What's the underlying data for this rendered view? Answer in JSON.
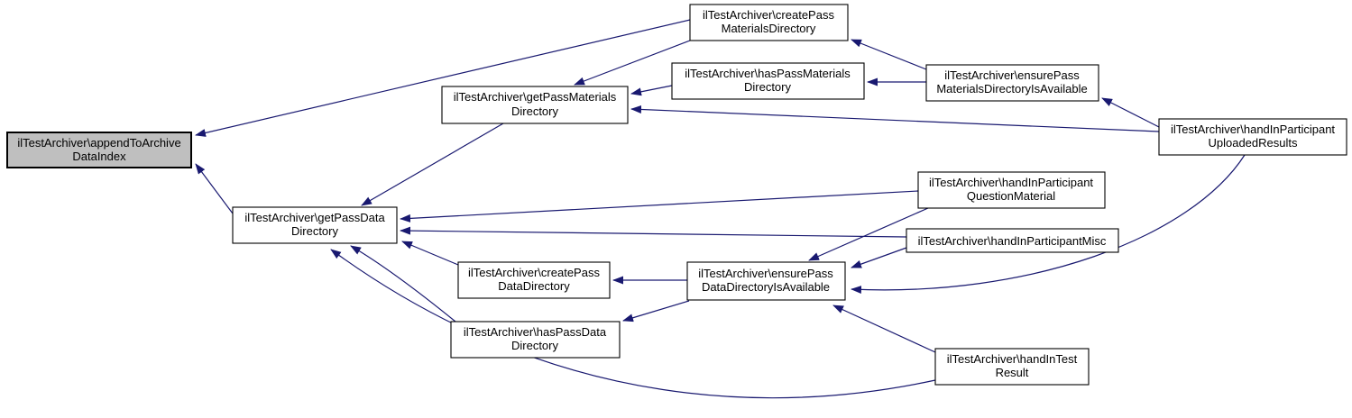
{
  "diagram": {
    "kind": "caller-graph",
    "background_color": "#ffffff",
    "edge_color": "#191970",
    "node_border_color": "#000000",
    "highlight_fill_color": "#bfbfbf",
    "nodes": [
      {
        "id": "appendToArchiveDataIndex",
        "line1": "ilTestArchiver\\appendToArchive",
        "line2": "DataIndex",
        "highlighted": true
      },
      {
        "id": "createPassMaterialsDirectory",
        "line1": "ilTestArchiver\\createPass",
        "line2": "MaterialsDirectory",
        "highlighted": false
      },
      {
        "id": "getPassMaterialsDirectory",
        "line1": "ilTestArchiver\\getPassMaterials",
        "line2": "Directory",
        "highlighted": false
      },
      {
        "id": "hasPassMaterialsDirectory",
        "line1": "ilTestArchiver\\hasPassMaterials",
        "line2": "Directory",
        "highlighted": false
      },
      {
        "id": "ensurePassMaterialsDirectoryIsAvailable",
        "line1": "ilTestArchiver\\ensurePass",
        "line2": "MaterialsDirectoryIsAvailable",
        "highlighted": false
      },
      {
        "id": "handInParticipantUploadedResults",
        "line1": "ilTestArchiver\\handInParticipant",
        "line2": "UploadedResults",
        "highlighted": false
      },
      {
        "id": "getPassDataDirectory",
        "line1": "ilTestArchiver\\getPassData",
        "line2": "Directory",
        "highlighted": false
      },
      {
        "id": "handInParticipantQuestionMaterial",
        "line1": "ilTestArchiver\\handInParticipant",
        "line2": "QuestionMaterial",
        "highlighted": false
      },
      {
        "id": "handInParticipantMisc",
        "line1": "ilTestArchiver\\handInParticipantMisc",
        "line2": "",
        "highlighted": false
      },
      {
        "id": "createPassDataDirectory",
        "line1": "ilTestArchiver\\createPass",
        "line2": "DataDirectory",
        "highlighted": false
      },
      {
        "id": "ensurePassDataDirectoryIsAvailable",
        "line1": "ilTestArchiver\\ensurePass",
        "line2": "DataDirectoryIsAvailable",
        "highlighted": false
      },
      {
        "id": "hasPassDataDirectory",
        "line1": "ilTestArchiver\\hasPassData",
        "line2": "Directory",
        "highlighted": false
      },
      {
        "id": "handInTestResult",
        "line1": "ilTestArchiver\\handInTest",
        "line2": "Result",
        "highlighted": false
      }
    ],
    "edges": [
      {
        "from": "createPassMaterialsDirectory",
        "to": "appendToArchiveDataIndex"
      },
      {
        "from": "getPassDataDirectory",
        "to": "appendToArchiveDataIndex"
      },
      {
        "from": "createPassMaterialsDirectory",
        "to": "getPassMaterialsDirectory"
      },
      {
        "from": "hasPassMaterialsDirectory",
        "to": "getPassMaterialsDirectory"
      },
      {
        "from": "handInParticipantUploadedResults",
        "to": "getPassMaterialsDirectory"
      },
      {
        "from": "ensurePassMaterialsDirectoryIsAvailable",
        "to": "createPassMaterialsDirectory"
      },
      {
        "from": "ensurePassMaterialsDirectoryIsAvailable",
        "to": "hasPassMaterialsDirectory"
      },
      {
        "from": "handInParticipantUploadedResults",
        "to": "ensurePassMaterialsDirectoryIsAvailable"
      },
      {
        "from": "getPassMaterialsDirectory",
        "to": "getPassDataDirectory"
      },
      {
        "from": "handInParticipantQuestionMaterial",
        "to": "getPassDataDirectory"
      },
      {
        "from": "handInParticipantMisc",
        "to": "getPassDataDirectory"
      },
      {
        "from": "createPassDataDirectory",
        "to": "getPassDataDirectory"
      },
      {
        "from": "hasPassDataDirectory",
        "to": "getPassDataDirectory"
      },
      {
        "from": "handInTestResult",
        "to": "getPassDataDirectory"
      },
      {
        "from": "ensurePassDataDirectoryIsAvailable",
        "to": "createPassDataDirectory"
      },
      {
        "from": "ensurePassDataDirectoryIsAvailable",
        "to": "hasPassDataDirectory"
      },
      {
        "from": "handInParticipantQuestionMaterial",
        "to": "ensurePassDataDirectoryIsAvailable"
      },
      {
        "from": "handInParticipantMisc",
        "to": "ensurePassDataDirectoryIsAvailable"
      },
      {
        "from": "handInParticipantUploadedResults",
        "to": "ensurePassDataDirectoryIsAvailable"
      },
      {
        "from": "handInTestResult",
        "to": "ensurePassDataDirectoryIsAvailable"
      }
    ]
  }
}
